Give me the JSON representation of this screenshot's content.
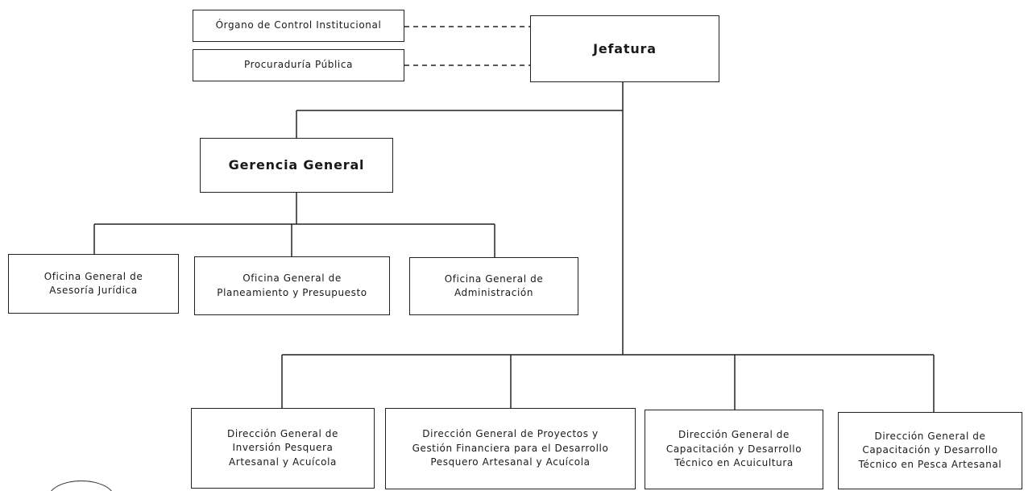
{
  "org_chart": {
    "top_units": {
      "organo_control": "Órgano de Control Institucional",
      "procuraduria": "Procuraduría Pública",
      "jefatura": "Jefatura"
    },
    "gerencia": "Gerencia General",
    "oficinas": [
      "Oficina General de\nAsesoría Jurídica",
      "Oficina General de\nPlaneamiento y Presupuesto",
      "Oficina General de\nAdministración"
    ],
    "direcciones": [
      "Dirección General de\nInversión Pesquera\nArtesanal y Acuícola",
      "Dirección General de Proyectos y\nGestión Financiera para el Desarrollo\nPesquero Artesanal y Acuícola",
      "Dirección General de\nCapacitación y Desarrollo\nTécnico en Acuicultura",
      "Dirección General de\nCapacitación y Desarrollo\nTécnico en Pesca Artesanal"
    ]
  }
}
